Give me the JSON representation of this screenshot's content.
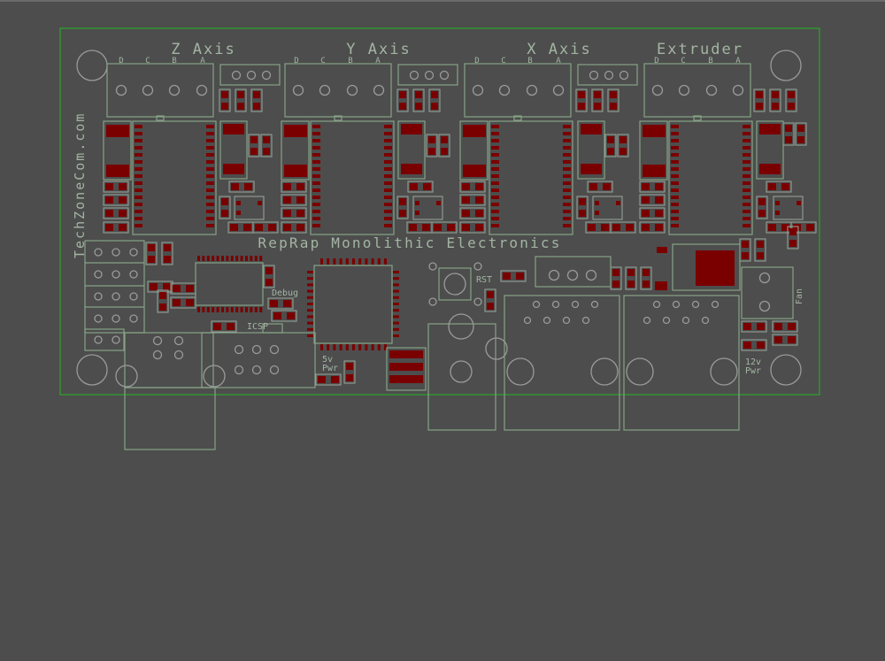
{
  "board": {
    "brand_text": "TechZoneCom.com",
    "title_text": "RepRap Monolithic Electronics"
  },
  "axes": [
    {
      "name": "Z Axis",
      "pins": [
        "D",
        "C",
        "B",
        "A"
      ]
    },
    {
      "name": "Y Axis",
      "pins": [
        "D",
        "C",
        "B",
        "A"
      ]
    },
    {
      "name": "X Axis",
      "pins": [
        "D",
        "C",
        "B",
        "A"
      ]
    },
    {
      "name": "Extruder",
      "pins": [
        "D",
        "C",
        "B",
        "A"
      ]
    }
  ],
  "labels": {
    "debug": "Debug",
    "icsp": "ICSP",
    "rst": "RST",
    "pwr5_line1": "5v",
    "pwr5_line2": "Pwr",
    "pwr12_line1": "12v",
    "pwr12_line2": "Pwr",
    "fan": "Fan"
  },
  "colors": {
    "background": "#4d4d4d",
    "board_outline": "#2f9a2f",
    "copper_pad": "#7a0000",
    "silkscreen": "#86a386"
  }
}
